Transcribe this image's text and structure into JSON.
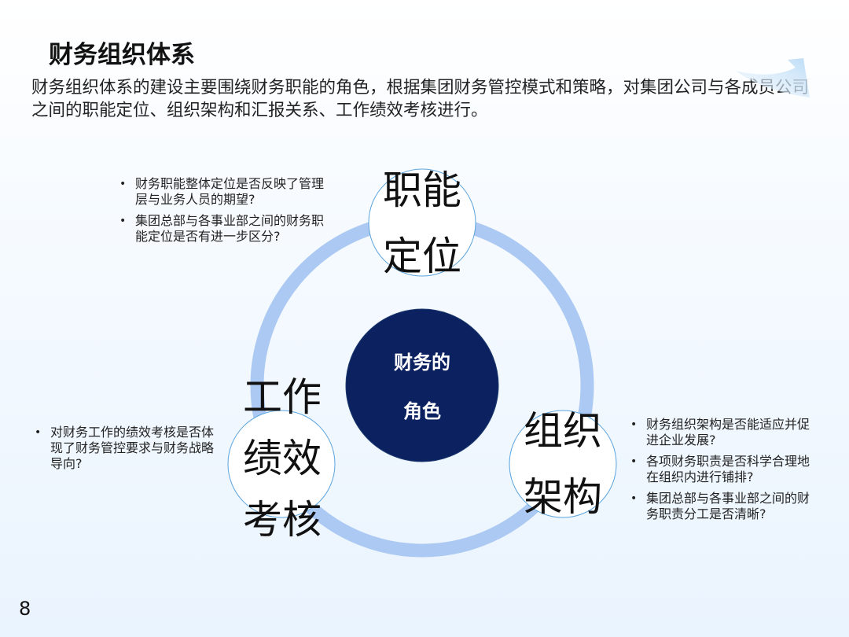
{
  "slide": {
    "title": "财务组织体系",
    "intro": "财务组织体系的建设主要围绕财务职能的角色，根据集团财务管控模式和策略，对集团公司与各成员公司之间的职能定位、组织架构和汇报关系、工作绩效考核进行。",
    "page_number": "8"
  },
  "diagram": {
    "center": {
      "line1": "财务的",
      "line2": "角色",
      "color": "#0b2160"
    },
    "ring_color": "#abc9f2",
    "nodes": [
      {
        "id": "function-positioning",
        "line1": "职能",
        "line2": "定位"
      },
      {
        "id": "org-structure",
        "line1": "组织",
        "line2": "架构"
      },
      {
        "id": "performance-appraisal",
        "line1": "工作",
        "line2": "绩效",
        "line3": "考核"
      }
    ]
  },
  "bullets": {
    "top_left": [
      "财务职能整体定位是否反映了管理层与业务人员的期望?",
      "集团总部与各事业部之间的财务职能定位是否有进一步区分?"
    ],
    "left": [
      "对财务工作的绩效考核是否体现了财务管控要求与财务战略导向?"
    ],
    "right": [
      "财务组织架构是否能适应并促进企业发展?",
      "各项财务职责是否科学合理地在组织内进行铺排?",
      "集团总部与各事业部之间的财务职责分工是否清晰?"
    ]
  }
}
